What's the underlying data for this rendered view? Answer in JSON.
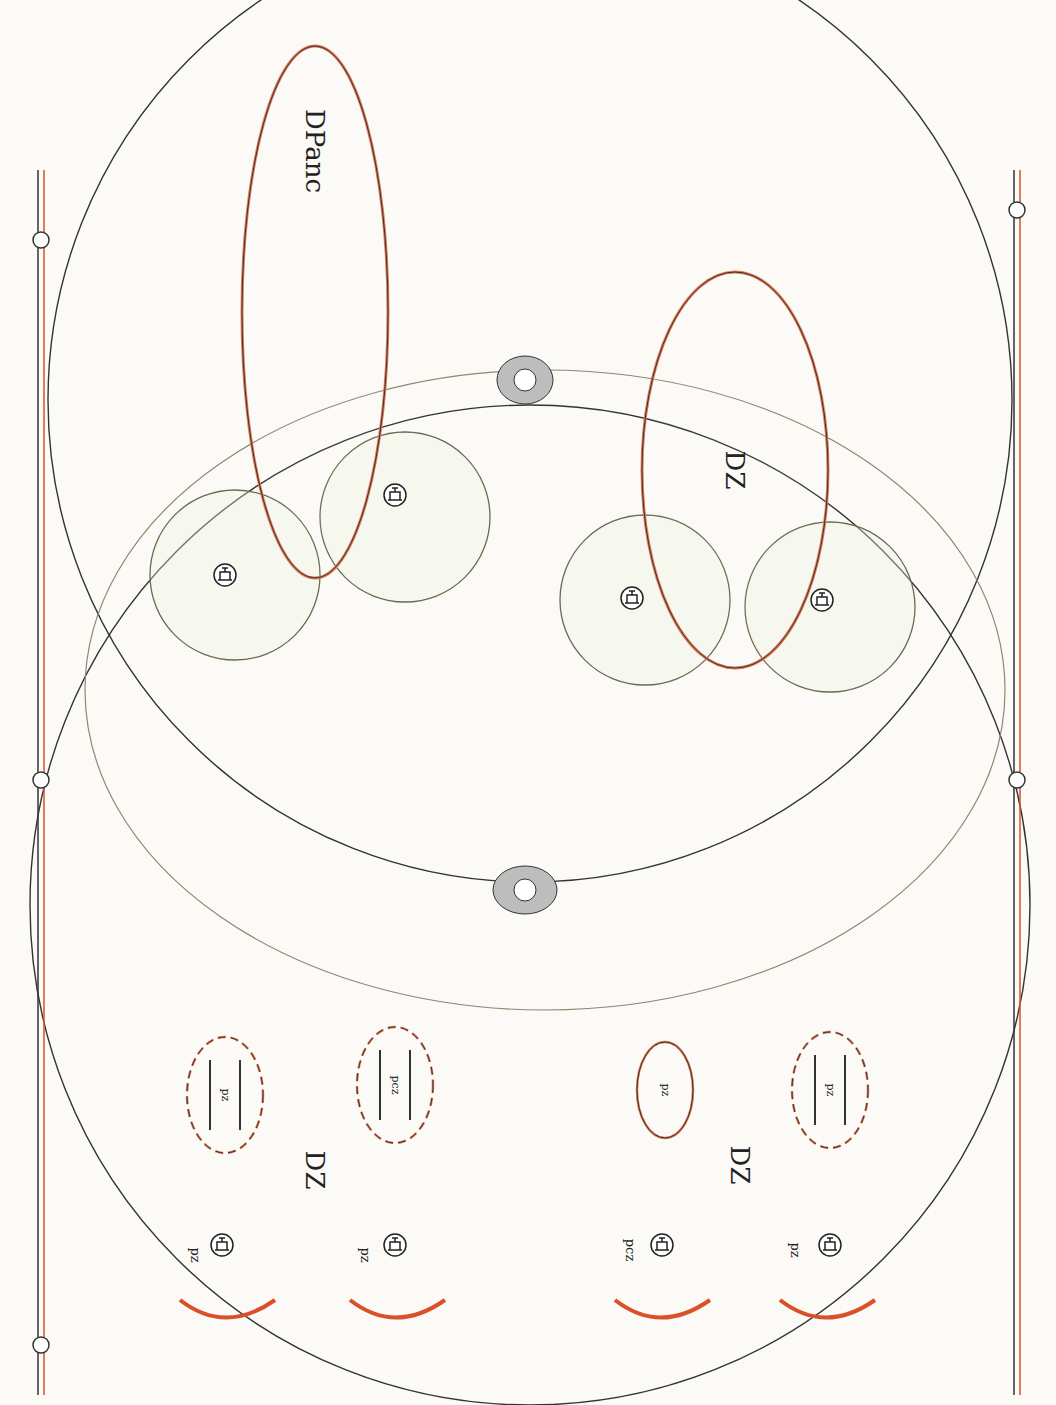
{
  "diagram": {
    "nodes": [
      {
        "text": [
          "DPanc"
        ]
      },
      {
        "text": [
          "DZ"
        ]
      },
      {
        "text": [
          "pz"
        ]
      },
      {
        "text": [
          "pz"
        ]
      },
      {
        "text": [
          "pcz"
        ]
      },
      {
        "text": [
          "pz"
        ]
      },
      {
        "text": [
          "pz"
        ]
      },
      {
        "text": [
          "pcz"
        ]
      },
      {
        "text": [
          "pz"
        ]
      },
      {
        "text": [
          "pz"
        ]
      }
    ],
    "labels": [
      "DZ",
      "DZ"
    ]
  }
}
